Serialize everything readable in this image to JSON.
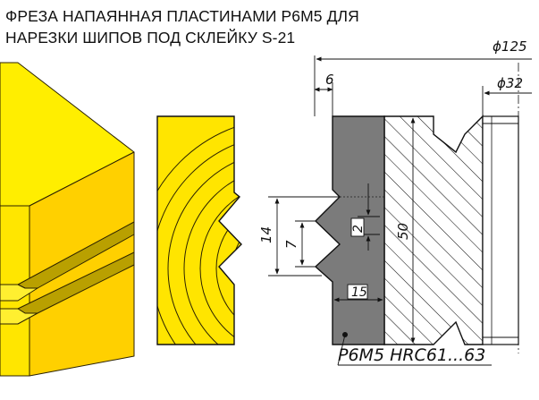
{
  "title": {
    "line1": "ФРЕЗА НАПАЯННАЯ ПЛАСТИНАМИ Р6М5 ДЛЯ",
    "line2": "НАРЕЗКИ ШИПОВ ПОД СКЛЕЙКУ S-21"
  },
  "dimensions": {
    "outer_diameter": "ϕ125",
    "bore_diameter": "ϕ32",
    "top_offset": "6",
    "profile_height": "14",
    "pitch": "7",
    "tooth_depth": "2",
    "body_height": "50",
    "insert_width": "15"
  },
  "material_label": "Р6М5 HRC61...63",
  "colors": {
    "wood_yellow": "#ffe500",
    "insert_gray": "#7b7b7b",
    "line": "#111111"
  }
}
